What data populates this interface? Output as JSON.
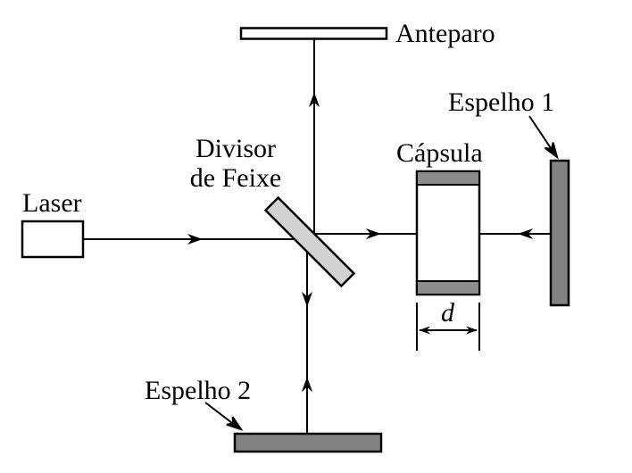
{
  "title": "Interferômetro de Michelson (diagrama)",
  "labels": {
    "laser": "Laser",
    "anteparo": "Anteparo",
    "espelho1": "Espelho 1",
    "espelho2": "Espelho 2",
    "divisor_line1": "Divisor",
    "divisor_line2": "de Feixe",
    "capsula": "Cápsula",
    "dimension": "d"
  },
  "colors": {
    "mirror": "#828282",
    "cap": "#8c8c8c",
    "splitter": "#d2d2d2",
    "line": "#000000",
    "box_fill": "#ffffff"
  }
}
